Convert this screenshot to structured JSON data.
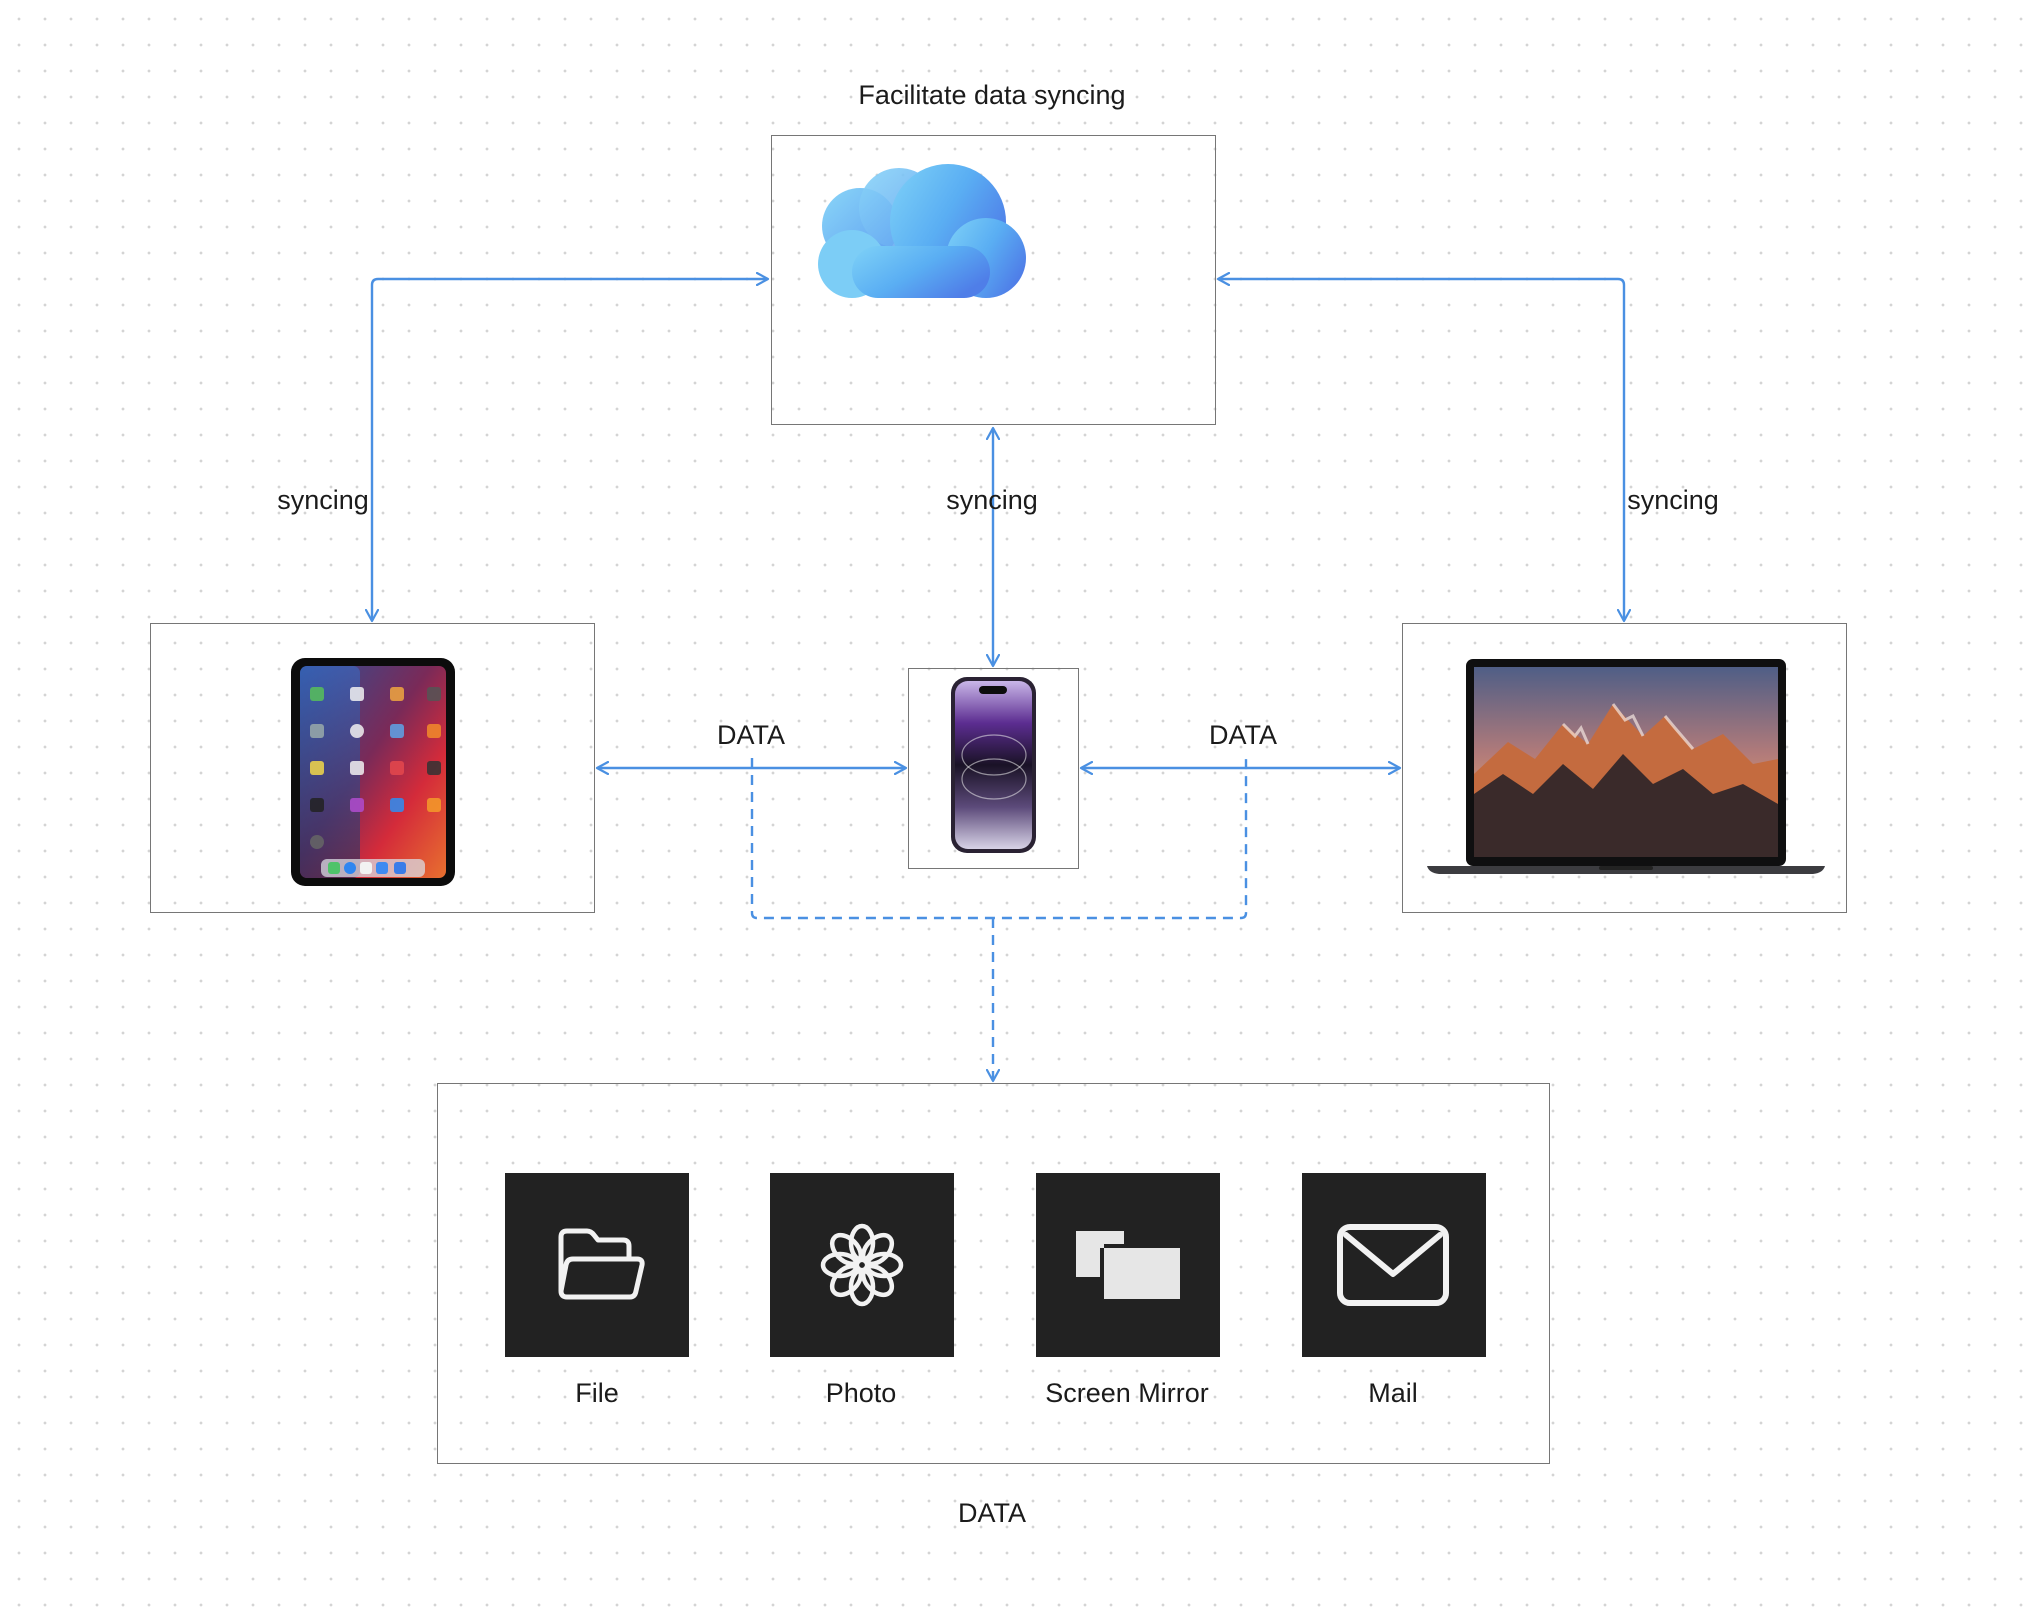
{
  "diagram": {
    "title": "Facilitate data syncing",
    "edge_labels": {
      "left_sync": "syncing",
      "center_sync": "syncing",
      "right_sync": "syncing",
      "data_left": "DATA",
      "data_right": "DATA"
    },
    "nodes": {
      "cloud": {
        "icon": "icloud-icon"
      },
      "tablet": {
        "icon": "ipad-icon"
      },
      "phone": {
        "icon": "iphone-icon"
      },
      "laptop": {
        "icon": "macbook-icon"
      }
    },
    "data_group": {
      "caption": "DATA",
      "items": [
        {
          "label": "File",
          "icon": "folder-icon"
        },
        {
          "label": "Photo",
          "icon": "photos-flower-icon"
        },
        {
          "label": "Screen Mirror",
          "icon": "screen-mirror-icon"
        },
        {
          "label": "Mail",
          "icon": "mail-icon"
        }
      ]
    },
    "colors": {
      "connector": "#4a90e2",
      "tile": "#222222",
      "frame": "#767676"
    }
  }
}
